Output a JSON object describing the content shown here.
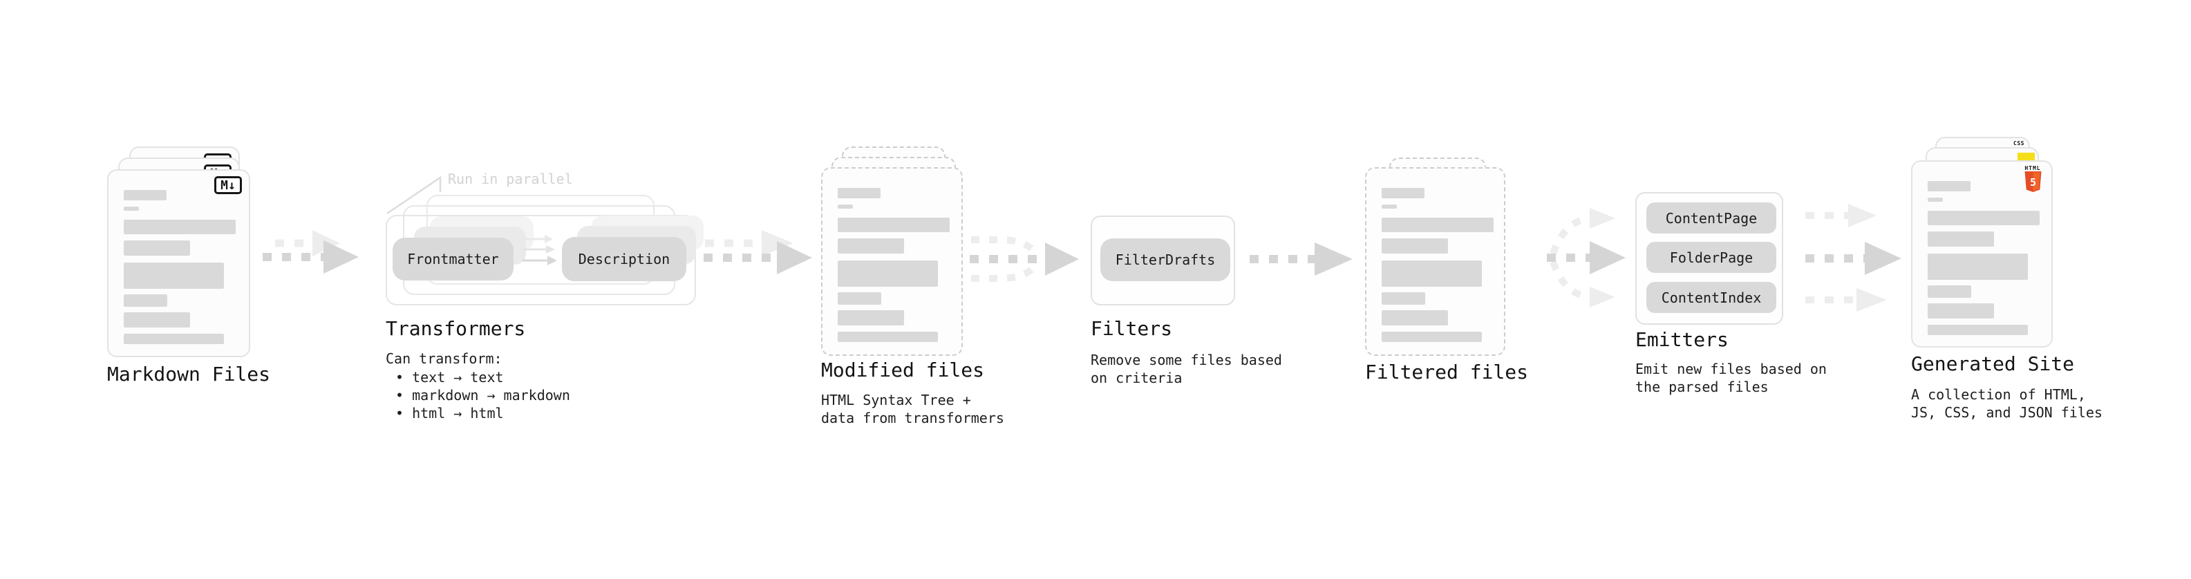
{
  "diagram": {
    "markdown_files": {
      "title": "Markdown Files",
      "badge": "M↓"
    },
    "transformers": {
      "title": "Transformers",
      "annotation": "Run in parallel",
      "pill_left": "Frontmatter",
      "pill_right": "Description",
      "desc_heading": "Can transform:",
      "bullets": [
        "• text → text",
        "• markdown → markdown",
        "• html → html"
      ]
    },
    "modified_files": {
      "title": "Modified files",
      "desc_lines": [
        "HTML Syntax Tree +",
        "data from transformers"
      ]
    },
    "filters": {
      "title": "Filters",
      "pill": "FilterDrafts",
      "desc_lines": [
        "Remove some files based",
        "on criteria"
      ]
    },
    "filtered_files": {
      "title": "Filtered files"
    },
    "emitters": {
      "title": "Emitters",
      "pills": [
        "ContentPage",
        "FolderPage",
        "ContentIndex"
      ],
      "desc_lines": [
        "Emit new files based on",
        "the parsed files"
      ]
    },
    "generated_site": {
      "title": "Generated Site",
      "desc_lines": [
        "A collection of HTML,",
        "JS, CSS, and JSON files"
      ],
      "css_badge": "CSS",
      "html5_word": "HTML",
      "html5_number": "5"
    },
    "colors": {
      "html5_orange": "#e44d26",
      "js_yellow": "#f5de19",
      "css_blue": "#2d53e5",
      "skeleton_gray": "#d9d9d9",
      "arrow_dark": "#d5d5d5",
      "arrow_light": "#ededed"
    }
  }
}
